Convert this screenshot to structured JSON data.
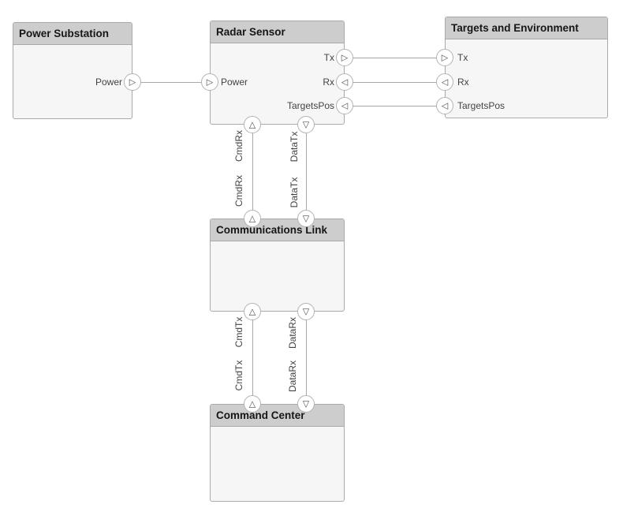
{
  "diagram": {
    "blocks": [
      {
        "title": "Power Substation",
        "ports": {
          "power": "Power"
        }
      },
      {
        "title": "Radar Sensor",
        "ports": {
          "power": "Power",
          "tx": "Tx",
          "rx": "Rx",
          "targetspos": "TargetsPos",
          "cmdrx": "CmdRx",
          "datatx": "DataTx"
        }
      },
      {
        "title": "Targets and Environment",
        "ports": {
          "tx": "Tx",
          "rx": "Rx",
          "targetspos": "TargetsPos"
        }
      },
      {
        "title": "Communications Link",
        "ports": {
          "cmdrx": "CmdRx",
          "datatx": "DataTx",
          "cmdtx": "CmdTx",
          "datarx": "DataRx"
        }
      },
      {
        "title": "Command Center",
        "ports": {
          "cmdtx": "CmdTx",
          "datarx": "DataRx"
        }
      }
    ],
    "icons": {
      "triangle-right": "▷",
      "triangle-left": "◁",
      "triangle-up": "△",
      "triangle-down": "▽"
    },
    "colors": {
      "canvas_bg": "#ffffff",
      "header_fill": "#cdcdcd",
      "body_fill": "#f6f6f6",
      "block_border": "#a9a9a9",
      "connector_line": "#a8a8a8",
      "port_circle_border": "#b3b3b3",
      "port_glyph": "#4d4d4d",
      "title_text": "#161616",
      "label_text": "#434343"
    }
  }
}
